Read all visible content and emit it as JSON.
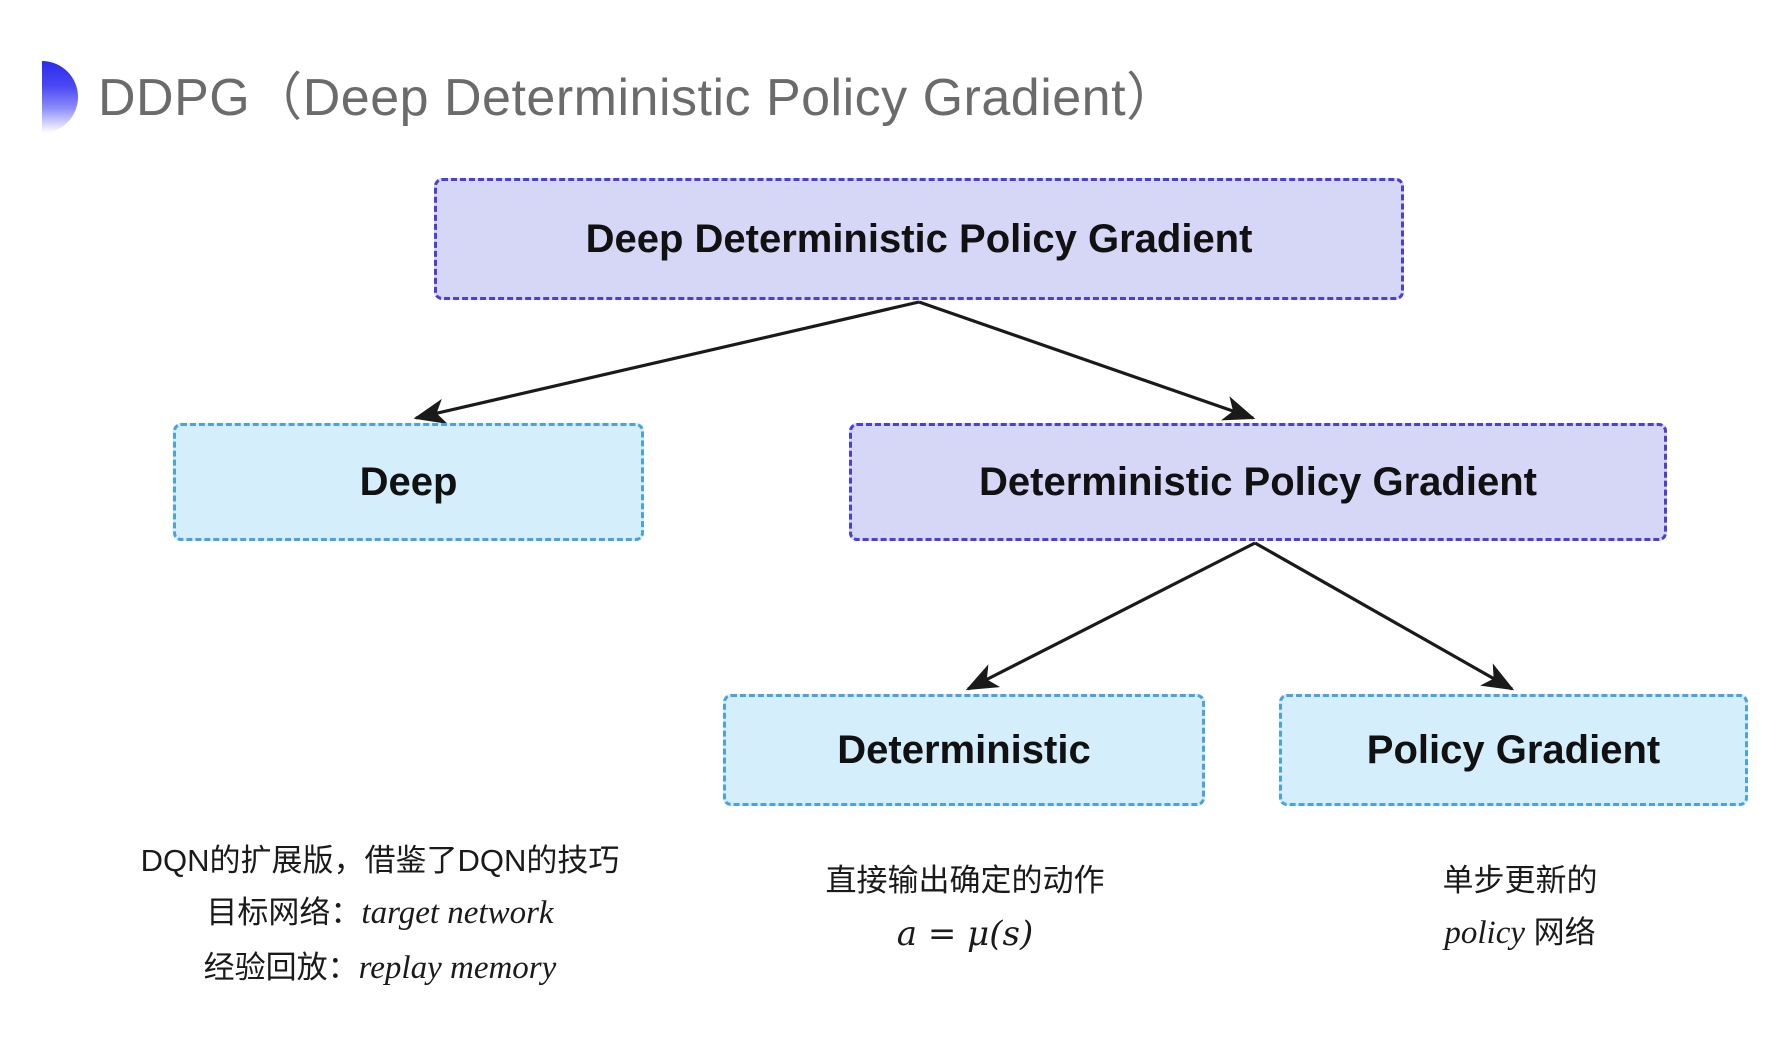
{
  "slide": {
    "title": "DDPG（Deep Deterministic Policy Gradient）",
    "bullet_icon": "half-circle-bullet-icon",
    "background_color": "#ffffff"
  },
  "colors": {
    "purple_fill": "#d6d6f7",
    "purple_border": "#4a3fd6",
    "blue_fill": "#d4eefb",
    "blue_border": "#4ba3dd",
    "arrow_color": "#1a1a1a",
    "title_color": "#6b6b6b"
  },
  "diagram": {
    "type": "tree",
    "nodes": [
      {
        "id": "root",
        "label": "Deep Deterministic Policy Gradient",
        "style": "purple"
      },
      {
        "id": "deep",
        "label": "Deep",
        "style": "blue"
      },
      {
        "id": "dpg",
        "label": "Deterministic Policy Gradient",
        "style": "purple"
      },
      {
        "id": "det",
        "label": "Deterministic",
        "style": "blue"
      },
      {
        "id": "pg",
        "label": "Policy Gradient",
        "style": "blue"
      }
    ],
    "edges": [
      {
        "from": "root",
        "to": "deep"
      },
      {
        "from": "root",
        "to": "dpg"
      },
      {
        "from": "dpg",
        "to": "det"
      },
      {
        "from": "dpg",
        "to": "pg"
      }
    ]
  },
  "captions": {
    "deep": {
      "line1": "DQN的扩展版，借鉴了DQN的技巧",
      "line2_label": "目标网络：",
      "line2_term": "target network",
      "line3_label": "经验回放：",
      "line3_term": "replay memory"
    },
    "deterministic": {
      "line1": "直接输出确定的动作",
      "formula": "a = μ(s)"
    },
    "policy_gradient": {
      "line1": "单步更新的",
      "line2_term": "policy",
      "line2_suffix": " 网络"
    }
  }
}
